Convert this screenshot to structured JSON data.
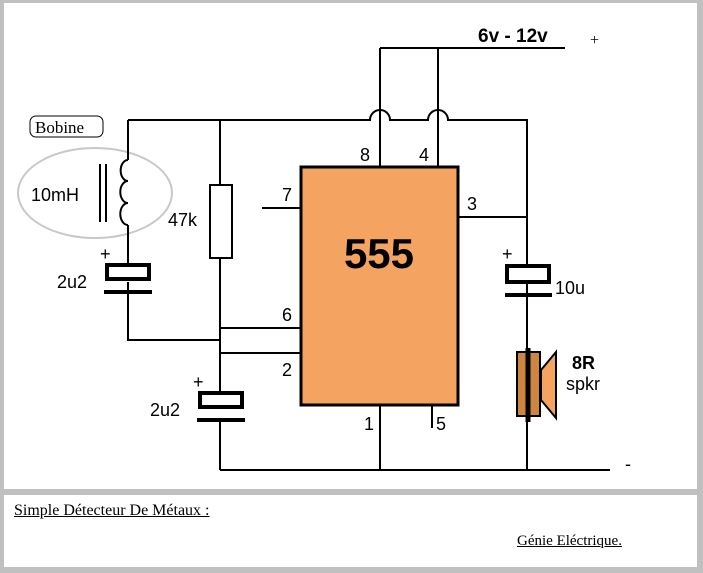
{
  "diagram": {
    "supply_label": "6v - 12v",
    "plus": "+",
    "minus": "-",
    "chip_label": "555",
    "pins": {
      "p8": "8",
      "p4": "4",
      "p7": "7",
      "p3": "3",
      "p6": "6",
      "p2": "2",
      "p1": "1",
      "p5": "5"
    },
    "coil_group_label": "Bobine",
    "inductor": "10mH",
    "resistor": "47k",
    "cap_coil": "2u2",
    "cap_timing": "2u2",
    "cap_output": "10u",
    "speaker_value": "8R",
    "speaker_label": "spkr",
    "colors": {
      "chip": "#f4a460",
      "speaker": "#cd853f",
      "ellipse": "#c8c8c8"
    }
  },
  "footer": {
    "title": "Simple Détecteur De Métaux :",
    "credit": "Génie Eléctrique."
  }
}
